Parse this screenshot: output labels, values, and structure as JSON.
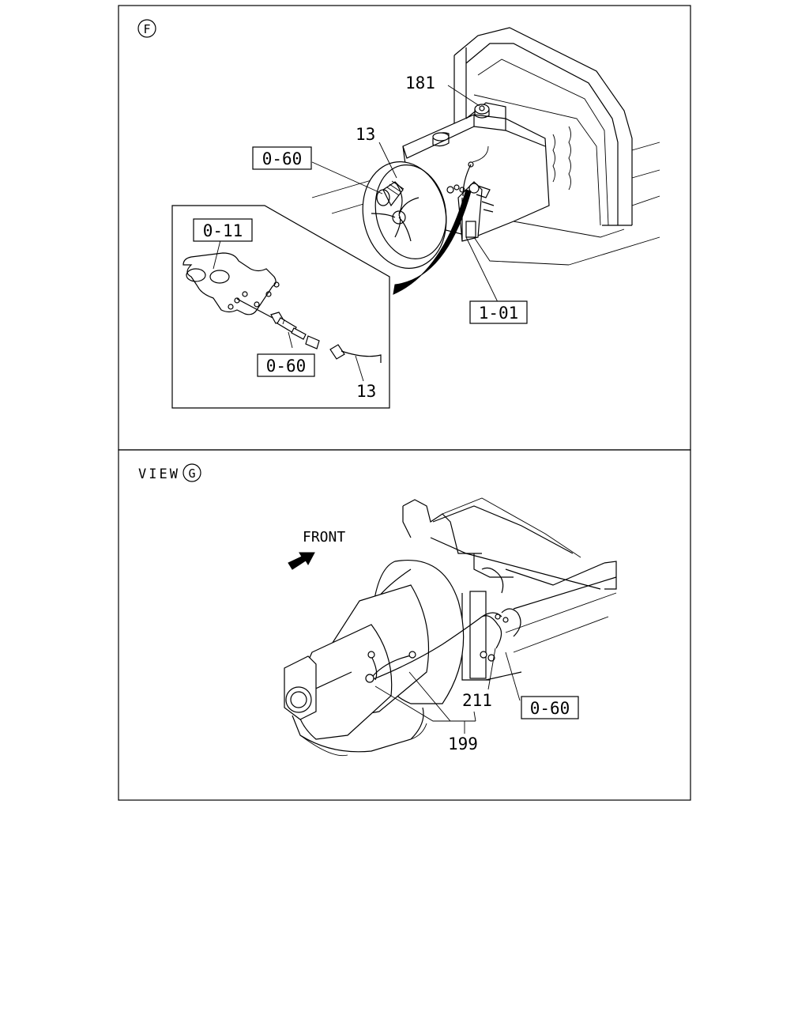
{
  "panel_f": {
    "circle_letter": "F",
    "labels": {
      "part_181": "181",
      "part_13_top": "13",
      "ref_0_60_top": "0-60",
      "ref_0_11": "0-11",
      "ref_1_01": "1-01",
      "ref_0_60_inset": "0-60",
      "part_13_inset": "13"
    }
  },
  "panel_g": {
    "view_text": "VIEW",
    "circle_letter": "G",
    "labels": {
      "front": "FRONT",
      "part_211": "211",
      "ref_0_60": "0-60",
      "part_199": "199"
    }
  }
}
